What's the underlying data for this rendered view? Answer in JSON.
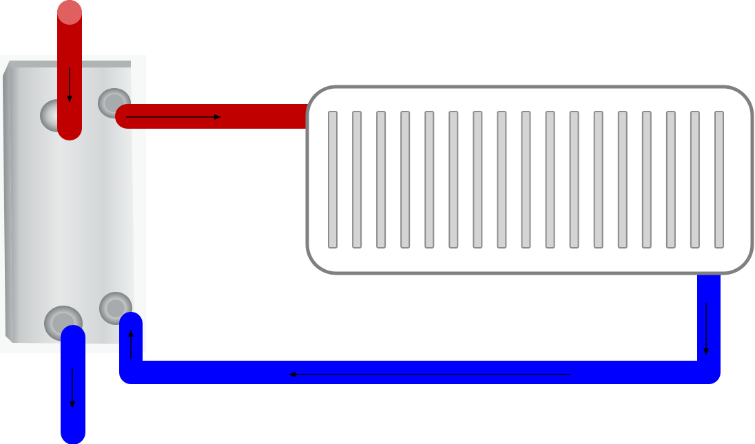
{
  "colors": {
    "hot": "#c00000",
    "hot_cap": "#e06060",
    "cold": "#0000ff",
    "radiator_border": "#808080",
    "fin_fill": "#d4d4d4",
    "fin_stroke": "#8c8c8c",
    "exchanger": "#c8cacb",
    "arrow": "#000000"
  },
  "diagram": {
    "components": [
      {
        "id": "heat-exchanger",
        "kind": "plate-heat-exchanger-image"
      },
      {
        "id": "radiator",
        "kind": "radiator",
        "fin_count": 17
      }
    ],
    "pipes": [
      {
        "id": "primary-supply",
        "circuit": "hot",
        "flow": "down"
      },
      {
        "id": "secondary-supply",
        "circuit": "hot",
        "flow": "right"
      },
      {
        "id": "secondary-return",
        "circuit": "cold",
        "flow": [
          "down",
          "left",
          "up"
        ]
      },
      {
        "id": "primary-return",
        "circuit": "cold",
        "flow": "down"
      }
    ],
    "icons": [
      "heat-exchanger-icon",
      "radiator-icon",
      "flow-arrow-icon"
    ]
  }
}
